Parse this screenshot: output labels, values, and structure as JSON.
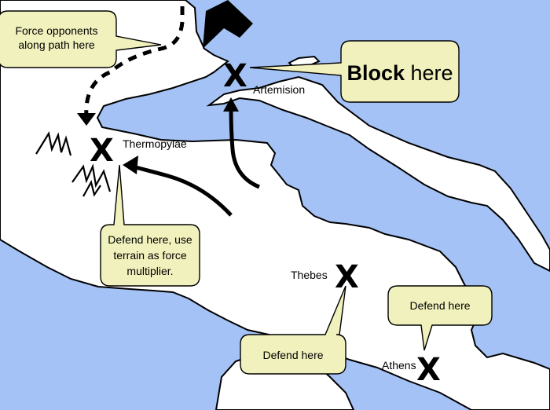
{
  "colors": {
    "sea": "#a4c2f5",
    "land": "#ffffff",
    "coast": "#000000",
    "bubble": "#f1f1bd"
  },
  "places": {
    "artemision": "Artemision",
    "thermopylae": "Thermopylae",
    "thebes": "Thebes",
    "athens": "Athens"
  },
  "marker_glyph": "X",
  "callouts": {
    "force_opponents": [
      "Force opponents",
      "along path here"
    ],
    "block_bold": "Block",
    "block_rest": " here",
    "defend_thermopylae": [
      "Defend here, use",
      "terrain as force",
      "multiplier."
    ],
    "defend_thebes": "Defend here",
    "defend_athens": "Defend here"
  },
  "icons": [
    "mountain-icon",
    "attack-arrow-icon",
    "dashed-path-arrow-icon",
    "fleet-arrow-icon"
  ]
}
